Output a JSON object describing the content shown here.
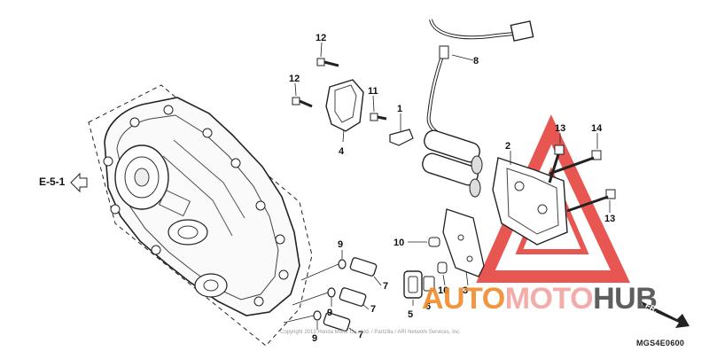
{
  "diagram": {
    "reference_label": "E-5-1",
    "code": "MGS4E0600",
    "copyright": "Copyright 2013 Honda Motor Co., Ltd. / Partzilla / ARI Network Services, Inc."
  },
  "callouts": [
    {
      "id": "c12a",
      "text": "12"
    },
    {
      "id": "c12b",
      "text": "12"
    },
    {
      "id": "c11",
      "text": "11"
    },
    {
      "id": "c1",
      "text": "1"
    },
    {
      "id": "c4",
      "text": "4"
    },
    {
      "id": "c8",
      "text": "8"
    },
    {
      "id": "c2",
      "text": "2"
    },
    {
      "id": "c13a",
      "text": "13"
    },
    {
      "id": "c14",
      "text": "14"
    },
    {
      "id": "c13b",
      "text": "13"
    },
    {
      "id": "c10a",
      "text": "10"
    },
    {
      "id": "c10b",
      "text": "10"
    },
    {
      "id": "c3",
      "text": "3"
    },
    {
      "id": "c5",
      "text": "5"
    },
    {
      "id": "c6",
      "text": "6"
    },
    {
      "id": "c9a",
      "text": "9"
    },
    {
      "id": "c9b",
      "text": "9"
    },
    {
      "id": "c9c",
      "text": "9"
    },
    {
      "id": "c7a",
      "text": "7"
    },
    {
      "id": "c7b",
      "text": "7"
    },
    {
      "id": "c7c",
      "text": "7"
    }
  ],
  "watermark": {
    "auto": "AUTO",
    "moto": "MOTO",
    "hub": "HUB",
    "fr": "FR.",
    "colors": {
      "auto": "#f08a2a",
      "moto": "#f2a4a0",
      "hub": "#4d4d4d",
      "triangle": "#e53935"
    }
  }
}
